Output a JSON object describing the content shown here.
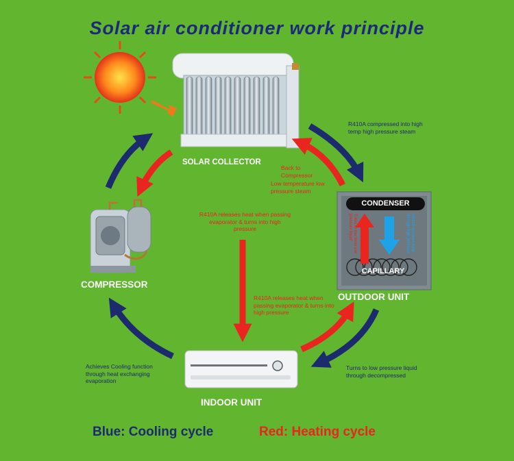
{
  "title": "Solar air conditioner work principle",
  "components": {
    "solar_collector": "SOLAR COLLECTOR",
    "compressor": "COMPRESSOR",
    "outdoor_unit": "OUTDOOR UNIT",
    "indoor_unit": "INDOOR UNIT",
    "condenser": "CONDENSER",
    "capillary": "CAPILLARY"
  },
  "annotations": {
    "collector_to_outdoor": "R410A compressed into high temp high pressure steam",
    "back_to_compressor": "Back to Compressor",
    "low_temp_steam": "Low temperature low pressure steam",
    "center_top": "R410A releases heat when passing evaporator & turns into high pressure",
    "center_bottom": "R410A releases heat when passing evaporator & turns into high pressure",
    "indoor_left": "Achieves Cooling function through heat exchanging evaporation",
    "outdoor_to_indoor": "Turns to low pressure liquid through decompressed",
    "condenser_red": "Turns to low temp low pressure liquid",
    "condenser_blue": "R410A releases heat through high pressure"
  },
  "legend": {
    "blue": "Blue: Cooling cycle",
    "red": "Red: Heating cycle"
  },
  "colors": {
    "background": "#62b52f",
    "blue_cycle": "#1c2a6e",
    "red_cycle": "#e8261f",
    "condenser_blue_arrow": "#1ea3e8"
  }
}
